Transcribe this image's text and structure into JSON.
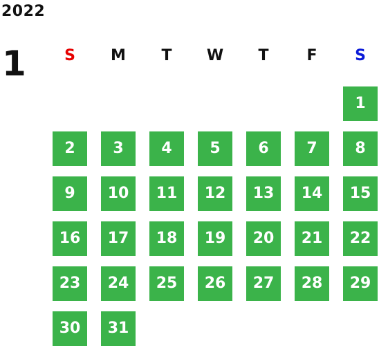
{
  "calendar": {
    "year": "2022",
    "month": "1",
    "weekdays": [
      {
        "label": "S",
        "color": "#e60000"
      },
      {
        "label": "M"
      },
      {
        "label": "T"
      },
      {
        "label": "W"
      },
      {
        "label": "T"
      },
      {
        "label": "F"
      },
      {
        "label": "S",
        "color": "#0a1ad8"
      }
    ],
    "day_color": "#3bb34a",
    "day_text_color": "#ffffff",
    "first_weekday_index": 6,
    "days": [
      "1",
      "2",
      "3",
      "4",
      "5",
      "6",
      "7",
      "8",
      "9",
      "10",
      "11",
      "12",
      "13",
      "14",
      "15",
      "16",
      "17",
      "18",
      "19",
      "20",
      "21",
      "22",
      "23",
      "24",
      "25",
      "26",
      "27",
      "28",
      "29",
      "30",
      "31"
    ]
  }
}
